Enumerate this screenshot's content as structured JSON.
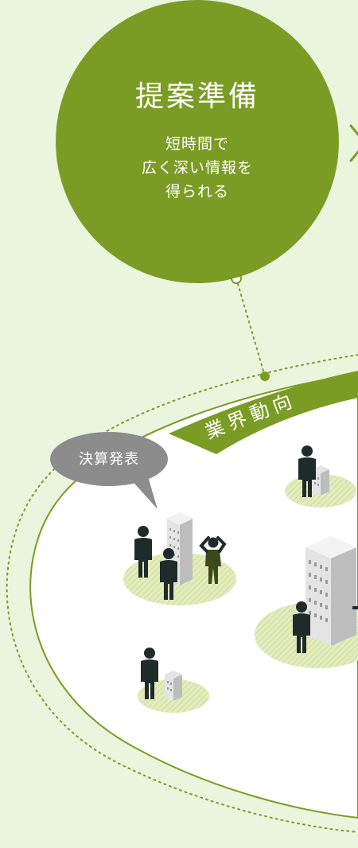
{
  "main_circle": {
    "title": "提案準備",
    "lines": [
      "短時間で",
      "広く深い情報を",
      "得られる"
    ]
  },
  "next_arrow": {
    "icon": "chevron-right-icon"
  },
  "band_label": "業界動向",
  "speech_bubble": "決算発表",
  "colors": {
    "background": "#eaf5de",
    "accent": "#7b9c24",
    "figure": "#1f2a2a",
    "bubble": "#8c8c8c",
    "building": "#d9d9d9",
    "disc": "#dfe8b6"
  }
}
